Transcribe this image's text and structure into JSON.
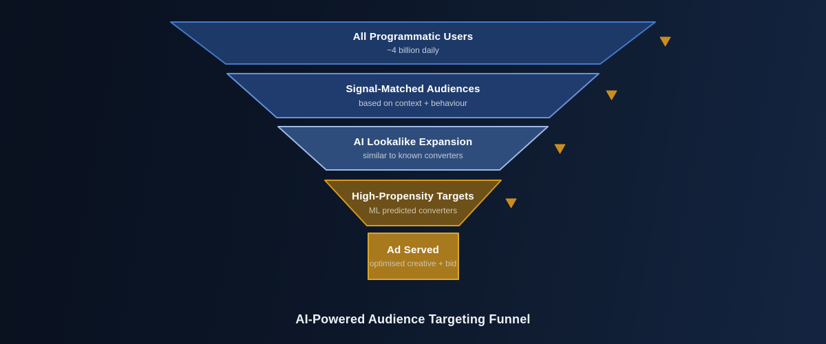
{
  "title": "AI-Powered Audience Targeting Funnel",
  "arrow_color": "#cc8d1e",
  "tiers": [
    {
      "label": "All Programmatic Users",
      "sublabel": "~4 billion daily",
      "fill": "#1d3968",
      "border": "#4479cd"
    },
    {
      "label": "Signal-Matched Audiences",
      "sublabel": "based on context + behaviour",
      "fill": "#203c6e",
      "border": "#6593d8"
    },
    {
      "label": "AI Lookalike Expansion",
      "sublabel": "similar to known converters",
      "fill": "#2e4d7d",
      "border": "#9cb9e6"
    },
    {
      "label": "High-Propensity Targets",
      "sublabel": "ML predicted converters",
      "fill": "#6e5118",
      "border": "#d8981e"
    },
    {
      "label": "Ad Served",
      "sublabel": "optimised creative + bid",
      "fill": "#a87a1d",
      "border": "#d9a72b"
    }
  ]
}
